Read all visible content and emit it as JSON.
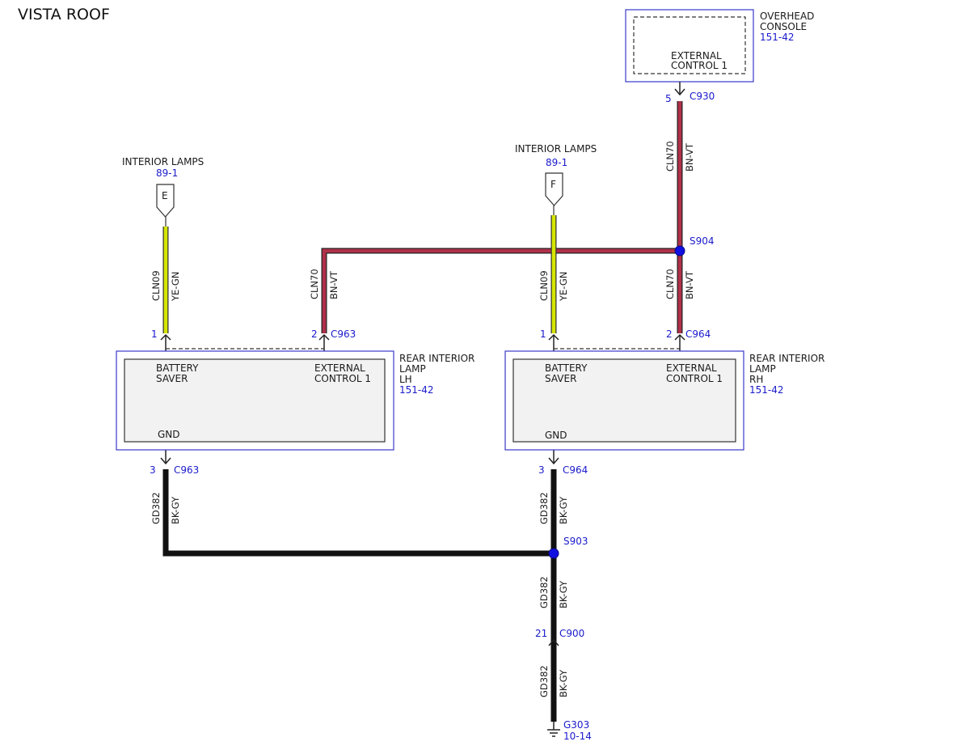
{
  "title": "VISTA ROOF",
  "colors": {
    "yellow_green": "#d6e600",
    "brown_violet": "#b0304a",
    "black_grey": "#111111",
    "splice": "#1010e0",
    "ref_blue": "#1a1acc"
  },
  "overhead_console": {
    "name_line1": "OVERHEAD",
    "name_line2": "CONSOLE",
    "ref": "151-42",
    "pin_line1": "EXTERNAL",
    "pin_line2": "CONTROL 1"
  },
  "interior_lamps_e": {
    "name": "INTERIOR LAMPS",
    "ref": "89-1",
    "letter": "E"
  },
  "interior_lamps_f": {
    "name": "INTERIOR LAMPS",
    "ref": "89-1",
    "letter": "F"
  },
  "lamp_lh": {
    "name_line1": "REAR INTERIOR",
    "name_line2": "LAMP",
    "name_line3": "LH",
    "ref": "151-42",
    "pin1_line1": "BATTERY",
    "pin1_line2": "SAVER",
    "pin2_line1": "EXTERNAL",
    "pin2_line2": "CONTROL 1",
    "gnd": "GND"
  },
  "lamp_rh": {
    "name_line1": "REAR INTERIOR",
    "name_line2": "LAMP",
    "name_line3": "RH",
    "ref": "151-42",
    "pin1_line1": "BATTERY",
    "pin1_line2": "SAVER",
    "pin2_line1": "EXTERNAL",
    "pin2_line2": "CONTROL 1",
    "gnd": "GND"
  },
  "connectors": {
    "c930": {
      "pin": "5",
      "name": "C930"
    },
    "c963_1": {
      "pin": "1"
    },
    "c963_2": {
      "pin": "2",
      "name": "C963"
    },
    "c963_3": {
      "pin": "3",
      "name": "C963"
    },
    "c964_1": {
      "pin": "1"
    },
    "c964_2": {
      "pin": "2",
      "name": "C964"
    },
    "c964_3": {
      "pin": "3",
      "name": "C964"
    },
    "c900": {
      "pin": "21",
      "name": "C900"
    }
  },
  "splices": {
    "s904": "S904",
    "s903": "S903"
  },
  "ground": {
    "name": "G303",
    "ref": "10-14"
  },
  "wires": {
    "cln70": {
      "circuit": "CLN70",
      "color": "BN-VT"
    },
    "cln09": {
      "circuit": "CLN09",
      "color": "YE-GN"
    },
    "gd382": {
      "circuit": "GD382",
      "color": "BK-GY"
    }
  }
}
